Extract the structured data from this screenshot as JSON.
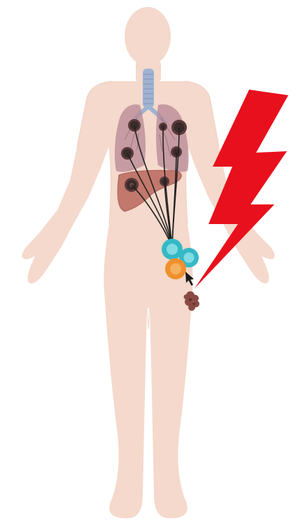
{
  "colors": {
    "background": "#ffffff",
    "skin": "#f4d9cc",
    "skin_edge": "#edcbbb",
    "trachea": "#9fb3d1",
    "lung": "#b98a96",
    "lung_vessels": "#9a6a78",
    "liver": "#c2786c",
    "liver_edge": "#a85f55",
    "tumor_spot": "#3a2a2a",
    "tumor_ring": "#5a3a3a",
    "primary_tumor": "#8a4a44",
    "cell_teal": "#35b9c6",
    "cell_teal_core": "#82dbe2",
    "cell_orange": "#f0902c",
    "cell_orange_core": "#f6b160",
    "lines": "#222222",
    "cursor": "#1a1a1a",
    "lightning": "#e8101c"
  },
  "diagram": {
    "figure": "human-body",
    "organs": [
      "trachea",
      "lungs",
      "liver"
    ],
    "metastases": {
      "lung": 5,
      "liver": 2
    },
    "immune_cells": {
      "teal": 2,
      "orange": 1
    },
    "connecting_lines": 7,
    "primary_tumor_site": "right-thigh",
    "icons": [
      "lightning-bolt-icon",
      "cursor-arrow-icon"
    ]
  }
}
